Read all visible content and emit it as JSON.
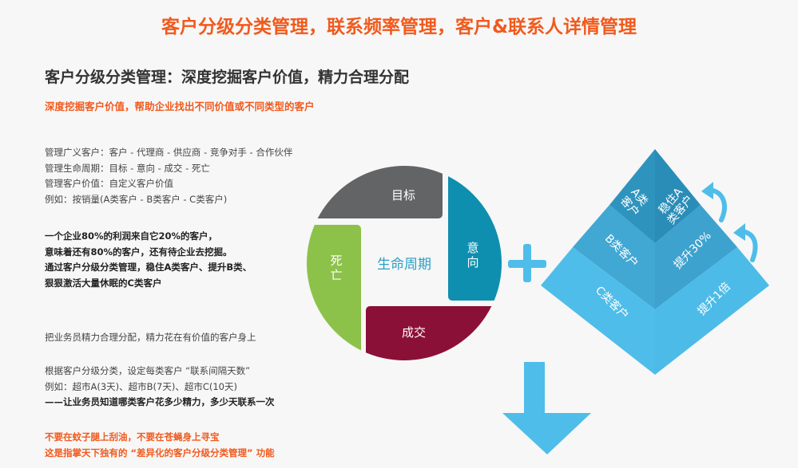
{
  "header": {
    "title": "客户分级分类管理，联系频率管理，客户&联系人详情管理"
  },
  "section": {
    "title": "客户分级分类管理：深度挖掘客户价值，精力合理分配",
    "subtitle": "深度挖掘客户价值，帮助企业找出不同价值或不同类型的客户"
  },
  "block1": [
    "管理广义客户：客户 - 代理商 - 供应商 - 竞争对手 - 合作伙伴",
    "管理生命周期：目标 - 意向 - 成交 - 死亡",
    "管理客户价值：自定义客户价值",
    "例如：按销量(A类客户 - B类客户 - C类客户)"
  ],
  "block2": [
    "一个企业80%的利润来自它20%的客户，",
    "意味着还有80%的客户，还有待企业去挖掘。",
    "通过客户分级分类管理，稳住A类客户、提升B类、",
    "狠狠激活大量休眠的C类客户"
  ],
  "block3": [
    "把业务员精力合理分配，精力花在有价值的客户身上"
  ],
  "block4": [
    "根据客户分级分类，设定每类客户 “联系间隔天数”",
    "例如：超市A(3天)、超市B(7天)、超市C(10天)"
  ],
  "block4_bold": "——让业务员知道哪类客户花多少精力，多少天联系一次",
  "block5": [
    "不要在蚊子腿上刮油，不要在苍蝇身上寻宝",
    "这是指掌天下独有的 “差异化的客户分级分类管理” 功能"
  ],
  "lifecycle": {
    "center": "生命周期",
    "target": "目标",
    "intent": "意向",
    "deal": "成交",
    "dead": "死亡",
    "dead_l1": "死",
    "dead_l2": "亡",
    "intent_l1": "意",
    "intent_l2": "向"
  },
  "pyramid": {
    "a": "A类客户",
    "a_l1": "A类",
    "a_l2": "客户",
    "b": "B类客户",
    "c": "C类客户",
    "keep_l1": "稳住A",
    "keep_l2": "类客户",
    "up30": "提升30%",
    "up1": "提升1倍"
  },
  "colors": {
    "orange": "#f15a1d",
    "gray": "#636466",
    "teal": "#0e8fb0",
    "maroon": "#8b1038",
    "green": "#8cc24a",
    "blue": "#4fbde9"
  }
}
